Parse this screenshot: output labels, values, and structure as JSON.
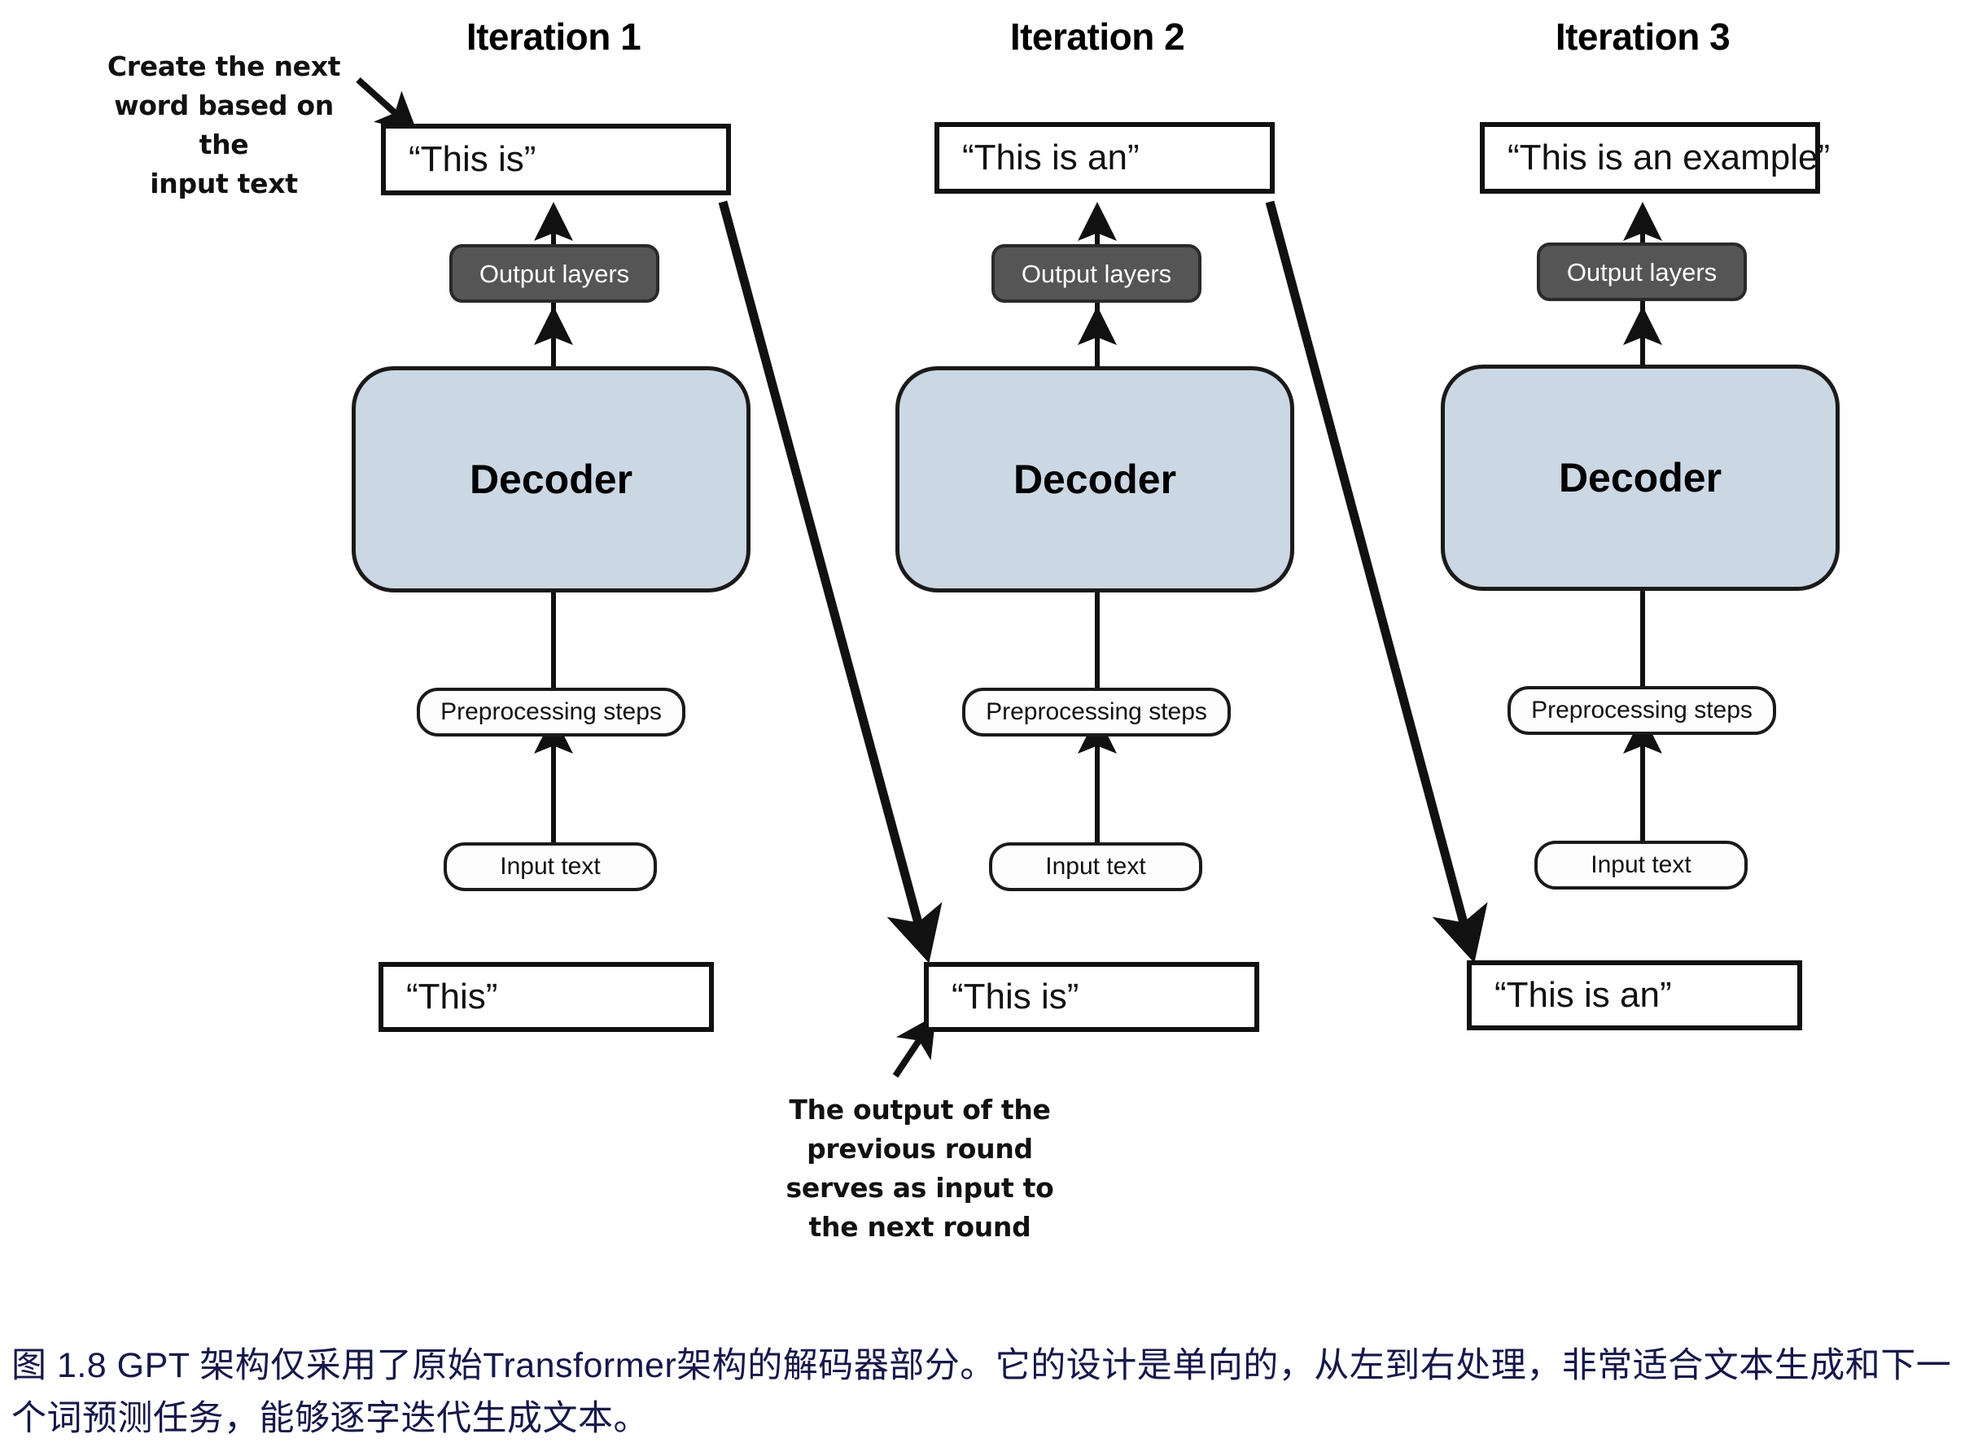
{
  "figure": {
    "columns": [
      {
        "title": "Iteration 1",
        "output_text": "“This is”",
        "output_layers_label": "Output layers",
        "decoder_label": "Decoder",
        "preprocessing_label": "Preprocessing steps",
        "input_label": "Input text",
        "input_text": "“This”"
      },
      {
        "title": "Iteration 2",
        "output_text": "“This is an”",
        "output_layers_label": "Output layers",
        "decoder_label": "Decoder",
        "preprocessing_label": "Preprocessing steps",
        "input_label": "Input text",
        "input_text": "“This is”"
      },
      {
        "title": "Iteration 3",
        "output_text": "“This is an example”",
        "output_layers_label": "Output layers",
        "decoder_label": "Decoder",
        "preprocessing_label": "Preprocessing steps",
        "input_label": "Input text",
        "input_text": "“This is an”"
      }
    ],
    "annotations": {
      "top_left": "Create the next\nword based on the\ninput text",
      "bottom_middle": "The output of the\nprevious round\nserves as input to\nthe next round"
    },
    "caption": "图 1.8  GPT 架构仅采用了原始Transformer架构的解码器部分。它的设计是单向的，从左到右处理，非常适合文本生成和下一个词预测任务，能够逐字迭代生成文本。",
    "colors": {
      "decoder_fill": "#ccd7e4",
      "output_layers_fill": "#555555",
      "caption_color": "#16184a",
      "stroke": "#111111"
    }
  }
}
